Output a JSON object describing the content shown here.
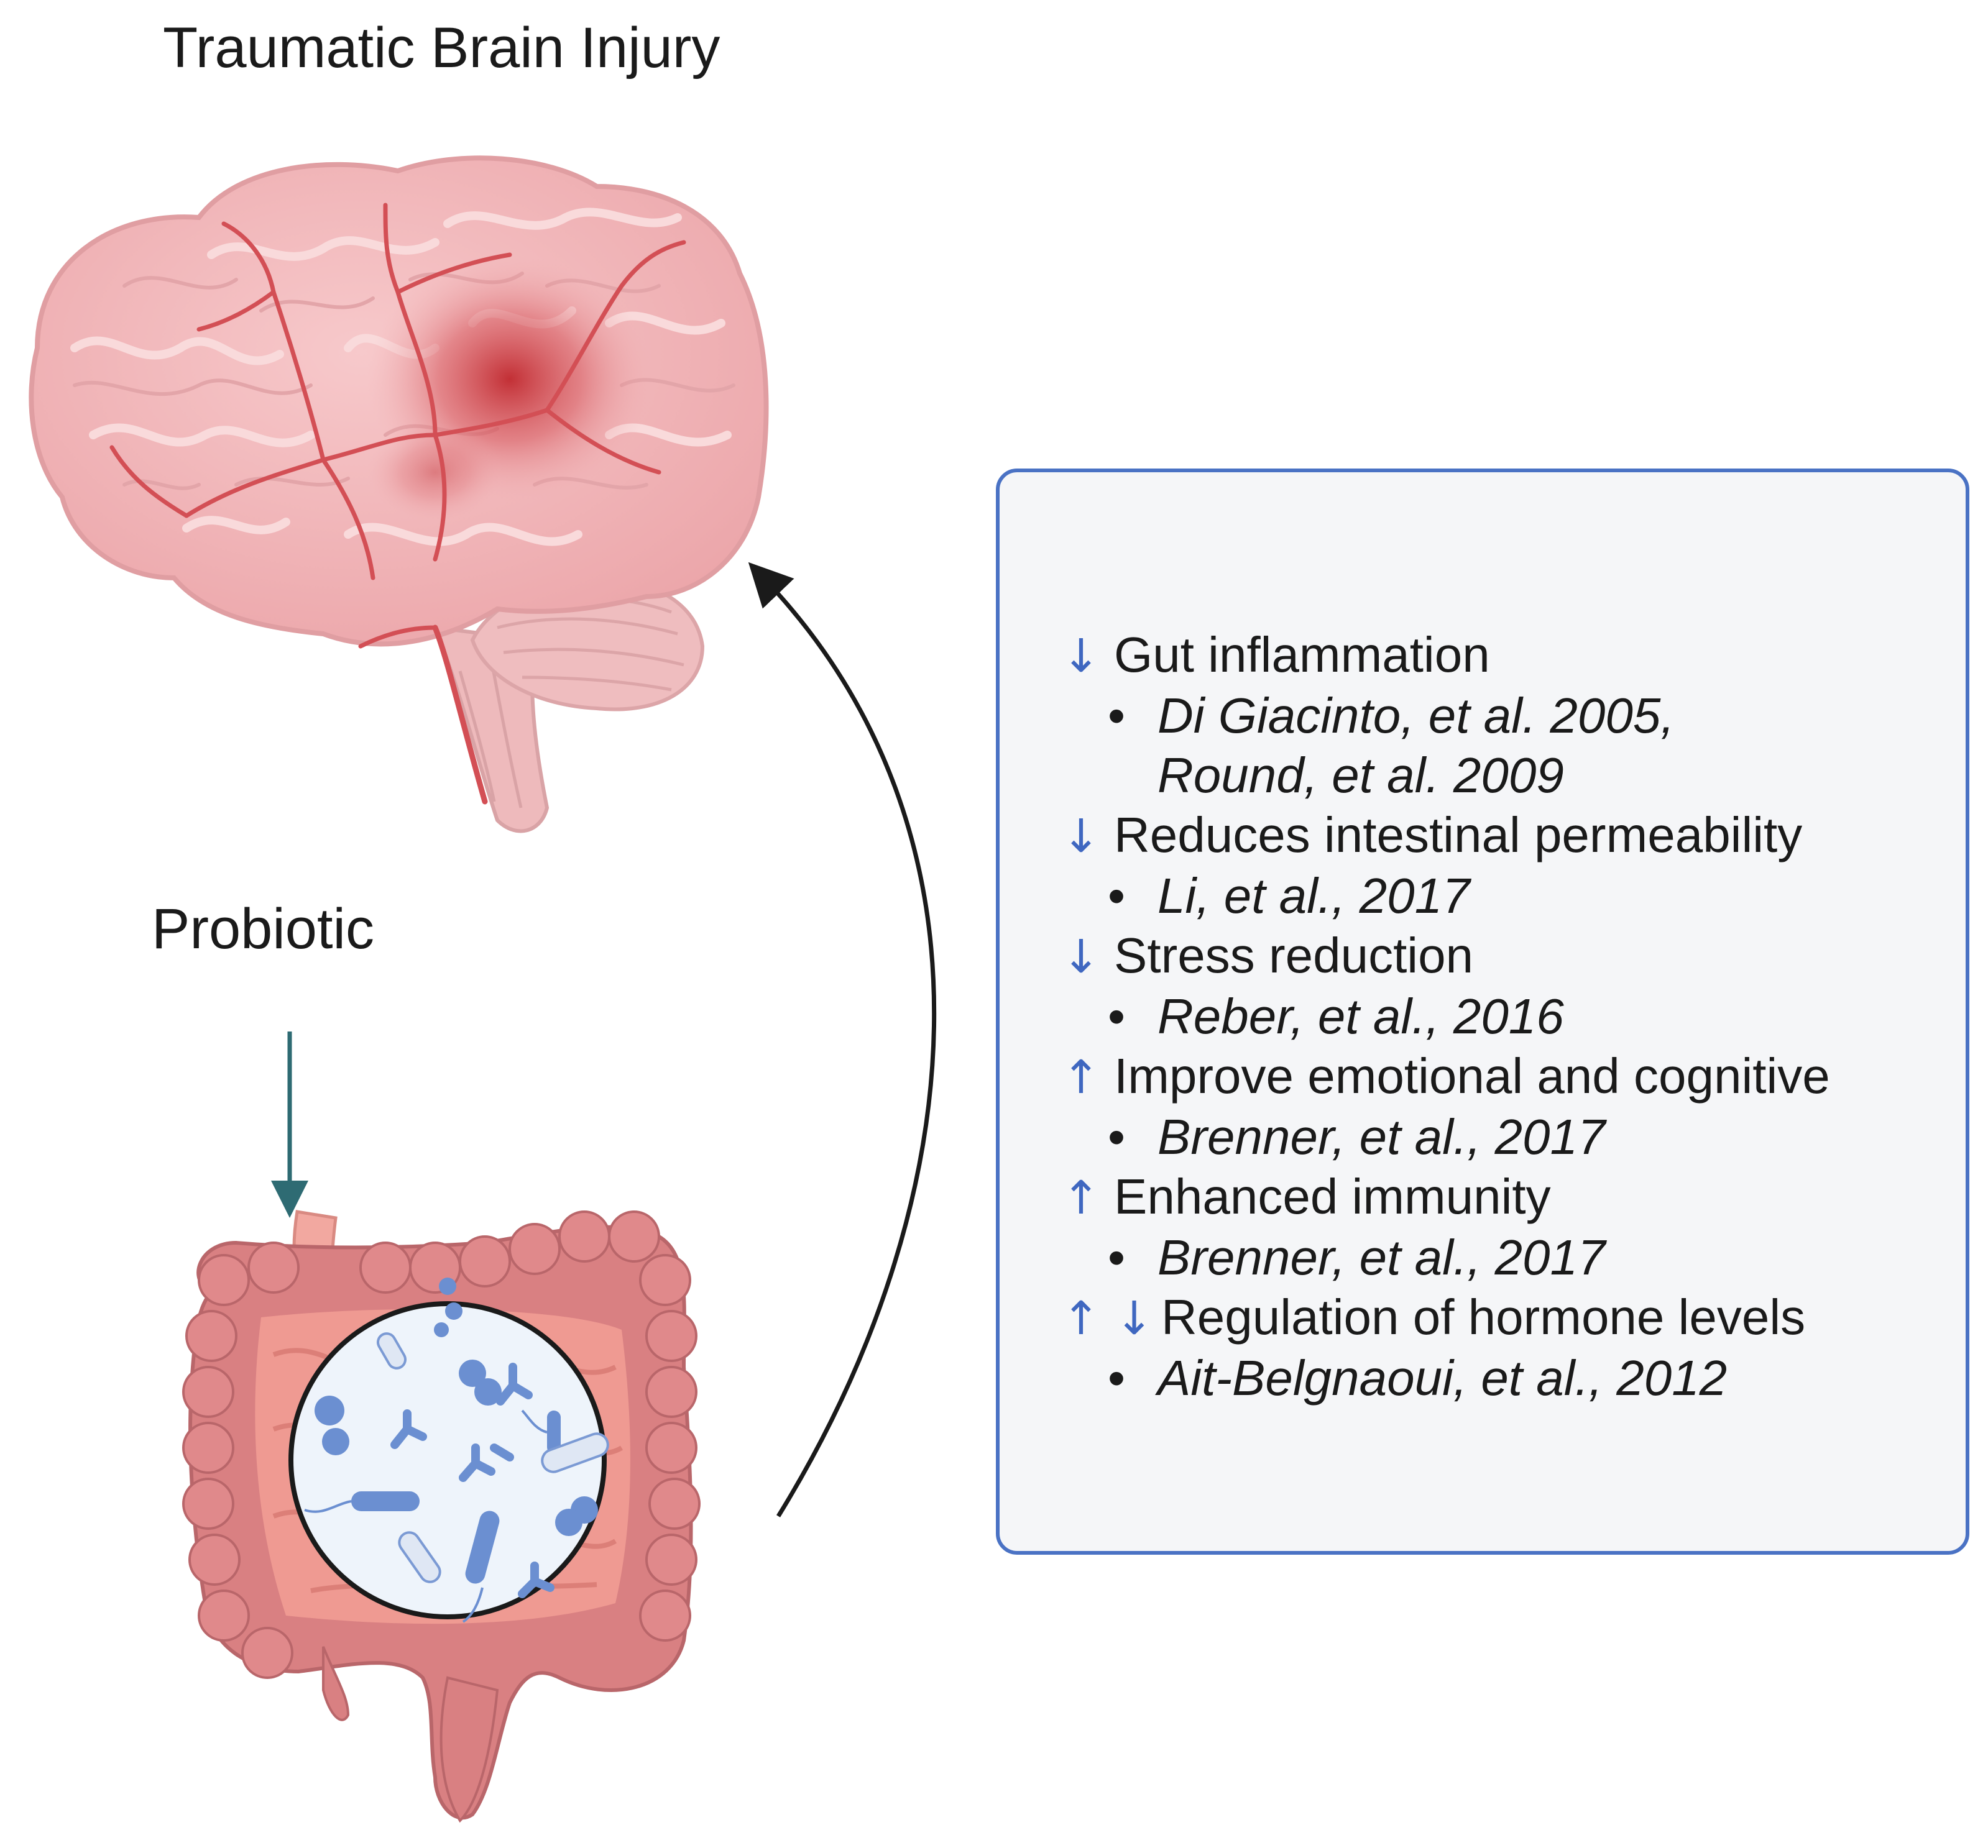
{
  "title": "Traumatic Brain Injury",
  "probiotic_label": "Probiotic",
  "colors": {
    "box_border": "#4a72c4",
    "box_fill": "#f5f6f8",
    "arrow_blue": "#3f67c0",
    "brain": "#f2b5b8",
    "brain_vessels": "#d9534f",
    "intestine": "#d98082",
    "probiotic_arrow": "#2e6b73",
    "bacteria": "#6b8fd1"
  },
  "effects": [
    {
      "arrows": "↓",
      "label": "Gut inflammation",
      "ref": "Di Giacinto, et al. 2005,\nRound, et al. 2009"
    },
    {
      "arrows": "↓",
      "label": "Reduces intestinal permeability",
      "ref": "Li, et al., 2017"
    },
    {
      "arrows": "↓",
      "label": "Stress reduction",
      "ref": "Reber, et al., 2016"
    },
    {
      "arrows": "↑",
      "label": "Improve emotional and cognitive",
      "ref": "Brenner,  et al.,  2017"
    },
    {
      "arrows": "↑",
      "label": "Enhanced immunity",
      "ref": "Brenner,  et al.,  2017"
    },
    {
      "arrows": "↑ ↓",
      "label": "Regulation of hormone levels",
      "ref": "Ait-Belgnaoui, et al., 2012"
    }
  ]
}
